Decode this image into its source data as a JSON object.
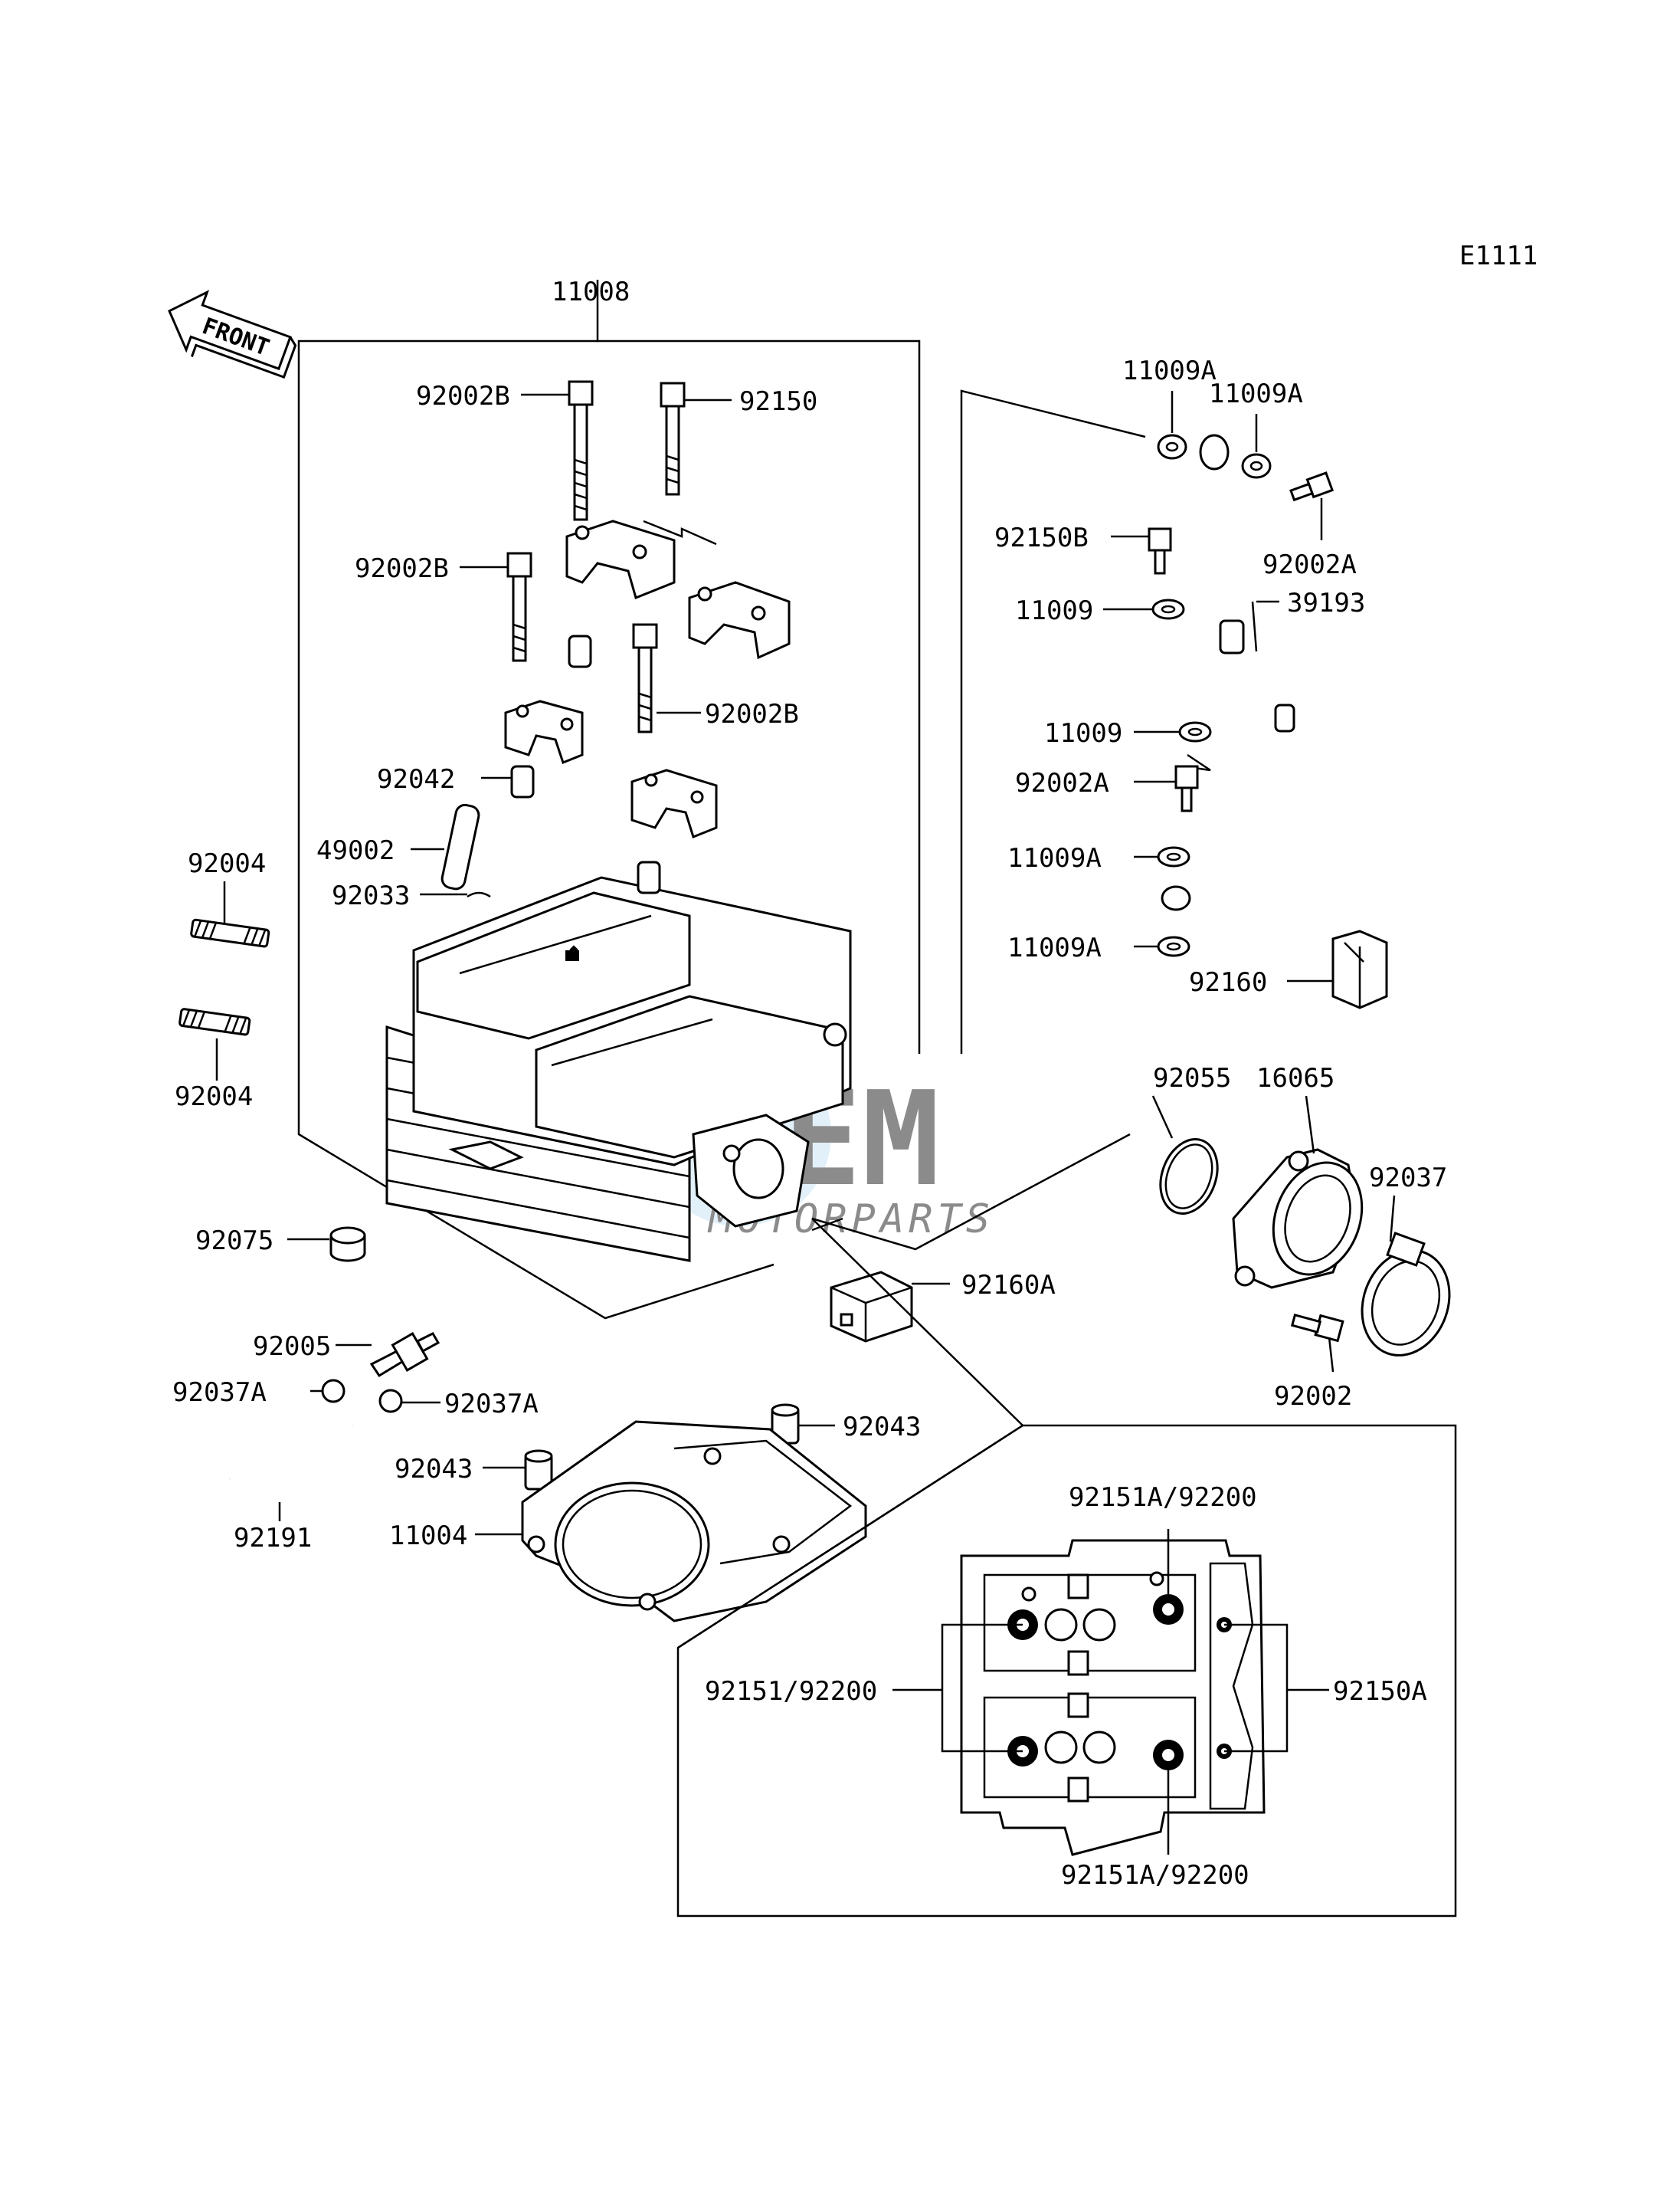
{
  "diagram_code": "E1111",
  "front_label": "FRONT",
  "watermark": {
    "brand": "GEM",
    "sub": "MOTORPARTS"
  },
  "labels": {
    "p11008": "11008",
    "p92002B_1": "92002B",
    "p92150": "92150",
    "p92002B_2": "92002B",
    "p92002B_3": "92002B",
    "p92042": "92042",
    "p49002": "49002",
    "p92033": "92033",
    "p92004_top": "92004",
    "p92004_bot": "92004",
    "p92075": "92075",
    "p92160A": "92160A",
    "p92005": "92005",
    "p92037A_l": "92037A",
    "p92037A_r": "92037A",
    "p92191": "92191",
    "p92043_r": "92043",
    "p92043_l": "92043",
    "p11004": "11004",
    "p11009A_1": "11009A",
    "p11009A_2": "11009A",
    "p92150B": "92150B",
    "p92002A_r": "92002A",
    "p11009_1": "11009",
    "p39193": "39193",
    "p11009_2": "11009",
    "p92002A_l": "92002A",
    "p11009A_3": "11009A",
    "p11009A_4": "11009A",
    "p92160": "92160",
    "p92055": "92055",
    "p16065": "16065",
    "p92037": "92037",
    "p92002": "92002",
    "p92151A_top": "92151A/92200",
    "p92151": "92151/92200",
    "p92150A": "92150A",
    "p92151A_bot": "92151A/92200"
  }
}
